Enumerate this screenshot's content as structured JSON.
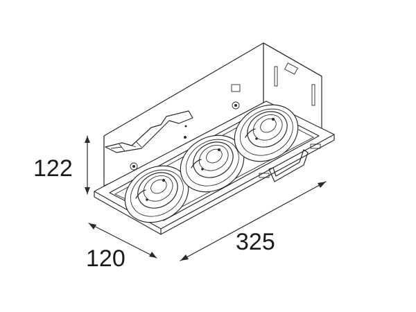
{
  "dimensions": {
    "height": "122",
    "depth": "120",
    "length": "325"
  },
  "product": {
    "spot_count": 3
  }
}
